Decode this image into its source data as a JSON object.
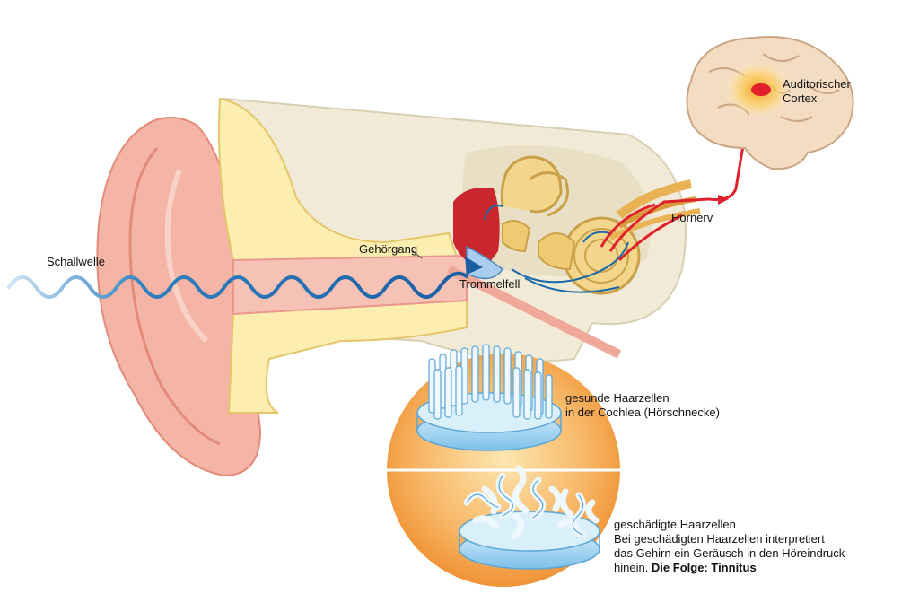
{
  "labels": {
    "schallwelle": "Schallwelle",
    "gehoergang": "Gehörgang",
    "trommelfell": "Trommelfell",
    "hoernerv": "Hörnerv",
    "cortex_line1": "Auditorischer",
    "cortex_line2": "Cortex",
    "healthy_line1": "gesunde Haarzellen",
    "healthy_line2": "in der Cochlea (Hörschnecke)",
    "damaged_title": "geschädigte Haarzellen",
    "damaged_line1": "Bei geschädigten Haarzellen interpretiert",
    "damaged_line2": "das Gehirn ein Geräusch in den Höreindruck",
    "damaged_line3_plain": "hinein. ",
    "damaged_line3_bold": "Die Folge: Tinnitus"
  },
  "colors": {
    "skin": "#f5b5a6",
    "skin_dark": "#e88f80",
    "bone": "#f1ead7",
    "cartilage": "#fbeeb0",
    "canal": "#f6c2b5",
    "wave": "#1f6fb5",
    "nerve_signal": "#e0202a",
    "haircell": "#bfe3f7",
    "sphere_orange": "#f59d3c"
  },
  "icons": {
    "brain": "brain-icon",
    "cochlea": "cochlea-icon",
    "eardrum": "eardrum-icon"
  }
}
